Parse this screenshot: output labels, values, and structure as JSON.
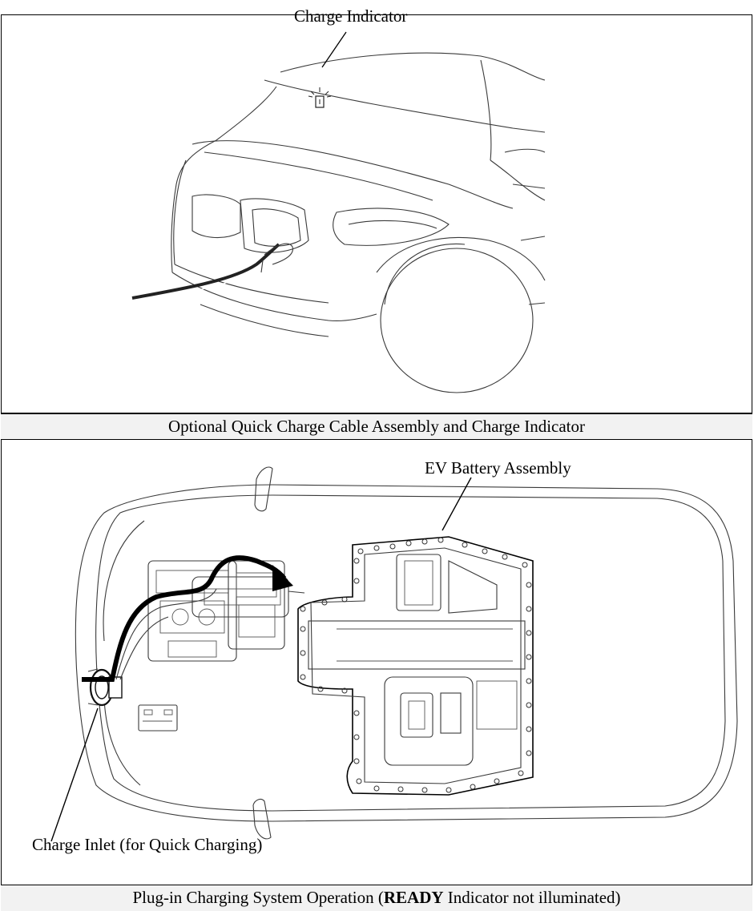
{
  "figure_top": {
    "callout_charge_indicator": "Charge Indicator",
    "caption": "Optional Quick Charge Cable Assembly and Charge Indicator"
  },
  "figure_bottom": {
    "callout_ev_battery": "EV Battery Assembly",
    "callout_charge_inlet": "Charge Inlet (for Quick Charging)",
    "caption_prefix": "Plug-in Charging System Operation (",
    "caption_bold": "READY",
    "caption_suffix": " Indicator not illuminated)"
  }
}
